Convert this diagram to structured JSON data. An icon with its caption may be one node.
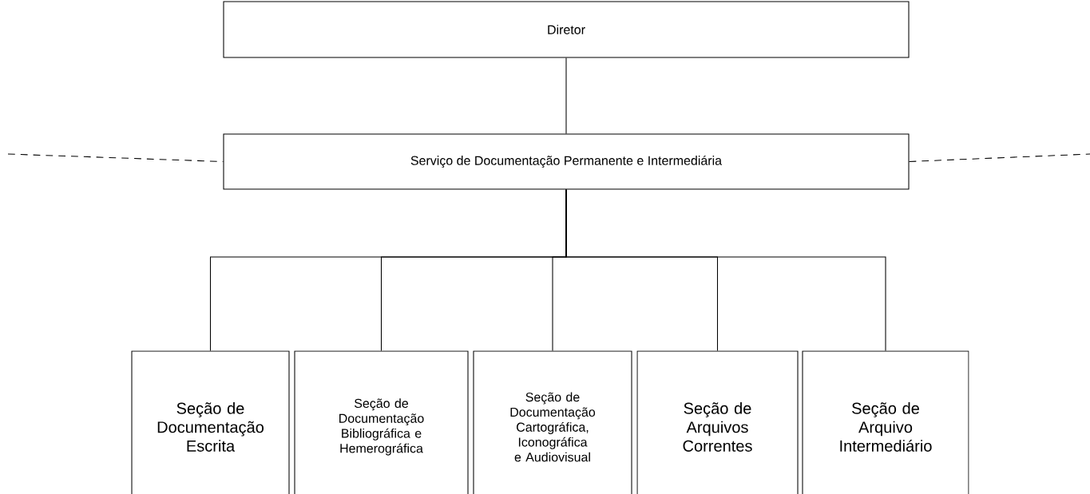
{
  "diagram": {
    "nodes": [
      {
        "text": [
          "Diretor"
        ]
      },
      {
        "text": [
          "Serviço de Documentação Permanente e Intermediária"
        ]
      },
      {
        "text": [
          "Seção de Documentação Escrita"
        ]
      },
      {
        "text": [
          "Seção de Documentação Bibliográfica e Hemerográfica"
        ]
      },
      {
        "text": [
          "Seção de Documentação Cartográfica, Iconográfica e Audiovisual"
        ]
      },
      {
        "text": [
          "Seção de Arquivos Correntes"
        ]
      },
      {
        "text": [
          "Seção de Arquivo Intermediário"
        ]
      }
    ],
    "edges": [
      {
        "from": 0,
        "to": 1,
        "arrow": "none"
      },
      {
        "from": null,
        "to": 1,
        "arrow": "none",
        "style": "dashed"
      },
      {
        "from": 1,
        "to": null,
        "arrow": "none",
        "style": "dashed"
      },
      {
        "from": 1,
        "to": 2,
        "arrow": "none"
      },
      {
        "from": 1,
        "to": 3,
        "arrow": "none"
      },
      {
        "from": 1,
        "to": 4,
        "arrow": "none"
      },
      {
        "from": 1,
        "to": 5,
        "arrow": "none"
      },
      {
        "from": 1,
        "to": 6,
        "arrow": "none"
      }
    ]
  }
}
